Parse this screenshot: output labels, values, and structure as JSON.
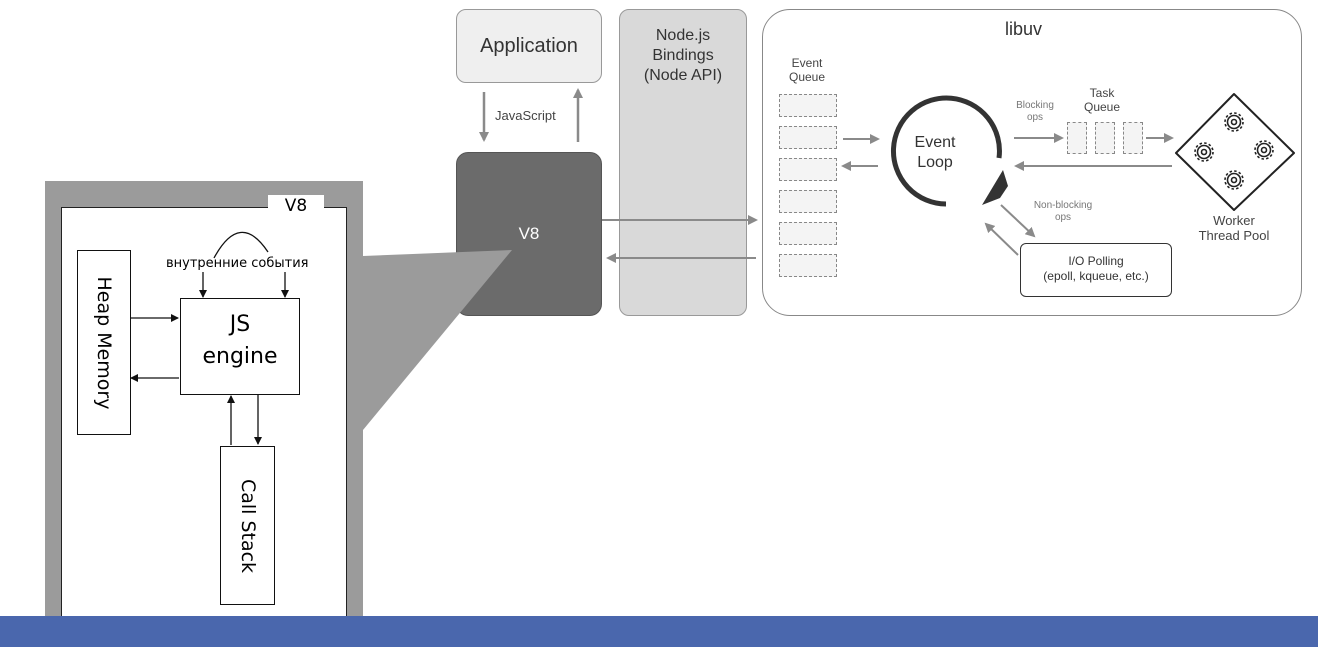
{
  "application": {
    "label": "Application"
  },
  "bindings": {
    "lines": [
      "Node.js",
      "Bindings",
      "(Node API)"
    ]
  },
  "v8_block": {
    "label": "V8"
  },
  "javascript_label": "JavaScript",
  "libuv": {
    "title": "libuv",
    "event_queue": [
      "Event",
      "Queue"
    ],
    "event_loop": [
      "Event",
      "Loop"
    ],
    "blocking": [
      "Blocking",
      "ops"
    ],
    "task_queue": [
      "Task",
      "Queue"
    ],
    "non_blocking": [
      "Non-blocking",
      "ops"
    ],
    "worker_pool": [
      "Worker",
      "Thread Pool"
    ],
    "io_polling": [
      "I/O Polling",
      "(epoll, kqueue, etc.)"
    ]
  },
  "v8_panel": {
    "tag": "V8",
    "internal_events": "внутренние события",
    "heap_memory": "Heap Memory",
    "js_engine": [
      "JS",
      "engine"
    ],
    "call_stack": "Call  Stack"
  },
  "colors": {
    "v8_dark": "#6b6b6b",
    "bindings_gray": "#d9d9d9",
    "application_gray": "#efefef",
    "panel_gray": "#9b9b9b",
    "bottom_bar": "#4a67ad",
    "arrow_gray": "#8a8a8a"
  }
}
